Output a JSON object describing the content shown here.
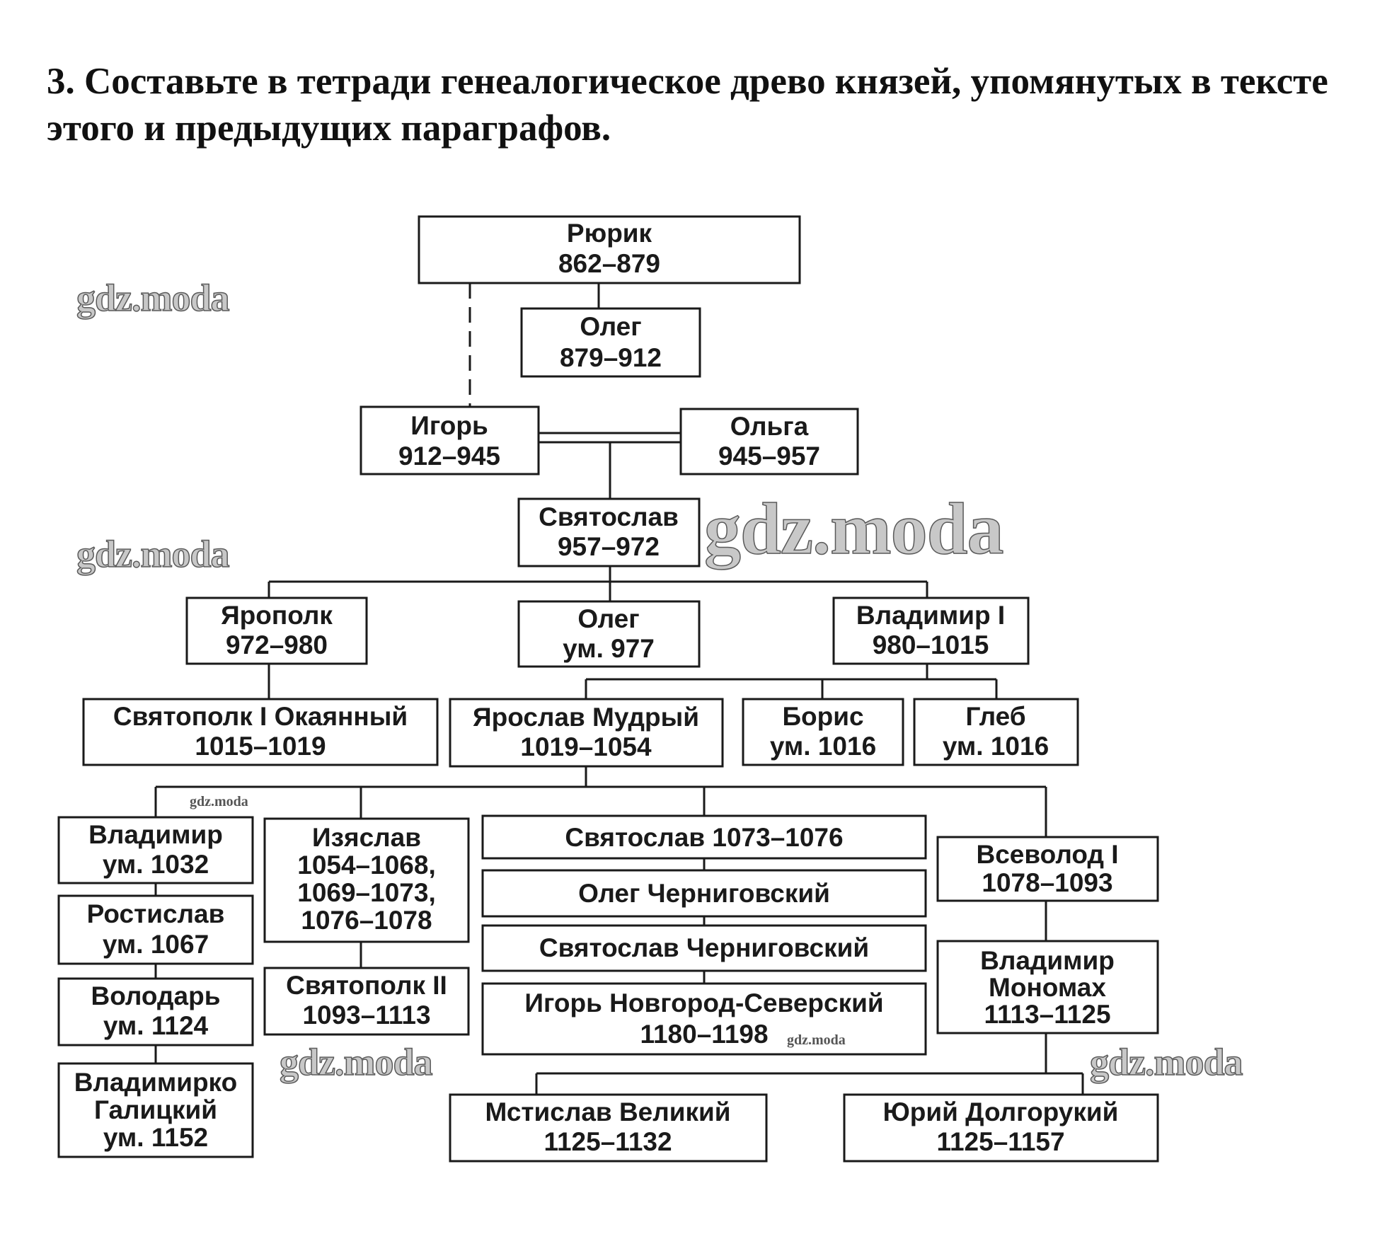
{
  "task": {
    "text": "3. Составьте в тетради генеалогическое древо князей, упомянутых в тексте этого и предыдущих параграфов."
  },
  "nodes": {
    "rurik": {
      "lines": [
        "Рюрик",
        "862–879"
      ]
    },
    "oleg": {
      "lines": [
        "Олег",
        "879–912"
      ]
    },
    "igor": {
      "lines": [
        "Игорь",
        "912–945"
      ]
    },
    "olga": {
      "lines": [
        "Ольга",
        "945–957"
      ]
    },
    "svyatoslav": {
      "lines": [
        "Святослав",
        "957–972"
      ]
    },
    "yaropolk": {
      "lines": [
        "Ярополк",
        "972–980"
      ]
    },
    "oleg2": {
      "lines": [
        "Олег",
        "ум. 977"
      ]
    },
    "vladimir1": {
      "lines": [
        "Владимир I",
        "980–1015"
      ]
    },
    "svyatopolk1": {
      "lines": [
        "Святополк I Окаянный",
        "1015–1019"
      ]
    },
    "yaroslav": {
      "lines": [
        "Ярослав Мудрый",
        "1019–1054"
      ]
    },
    "boris": {
      "lines": [
        "Борис",
        "ум. 1016"
      ]
    },
    "gleb": {
      "lines": [
        "Глеб",
        "ум. 1016"
      ]
    },
    "vladimir_y": {
      "lines": [
        "Владимир",
        "ум. 1032"
      ]
    },
    "rostislav": {
      "lines": [
        "Ростислав",
        "ум. 1067"
      ]
    },
    "volodar": {
      "lines": [
        "Володарь",
        "ум. 1124"
      ]
    },
    "vladimirko": {
      "lines": [
        "Владимирко",
        "Галицкий",
        "ум. 1152"
      ]
    },
    "izyaslav": {
      "lines": [
        "Изяслав",
        "1054–1068,",
        "1069–1073,",
        "1076–1078"
      ]
    },
    "svyatopolk2": {
      "lines": [
        "Святополк II",
        "1093–1113"
      ]
    },
    "svyatoslav2": {
      "lines": [
        "Святослав 1073–1076"
      ]
    },
    "oleg_ch": {
      "lines": [
        "Олег Черниговский"
      ]
    },
    "svyatoslav_ch": {
      "lines": [
        "Святослав Черниговский"
      ]
    },
    "igor_ns": {
      "lines": [
        "Игорь Новгород-Северский",
        "1180–1198"
      ]
    },
    "vsevolod": {
      "lines": [
        "Всеволод I",
        "1078–1093"
      ]
    },
    "monomakh": {
      "lines": [
        "Владимир",
        "Мономах",
        "1113–1125"
      ]
    },
    "mstislav": {
      "lines": [
        "Мстислав Великий",
        "1125–1132"
      ]
    },
    "yuri": {
      "lines": [
        "Юрий Долгорукий",
        "1125–1157"
      ]
    }
  },
  "watermarks": [
    "gdz.moda",
    "gdz.moda",
    "gdz.moda",
    "gdz.moda",
    "gdz.moda",
    "gdz.moda",
    "gdz.moda"
  ]
}
